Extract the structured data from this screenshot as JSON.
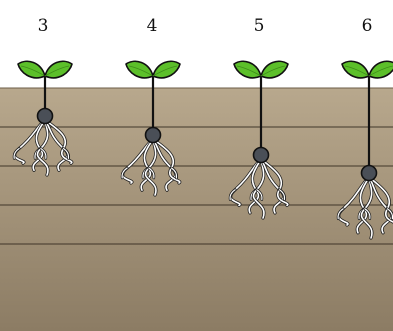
{
  "labels": [
    "3",
    "4",
    "5",
    "6"
  ],
  "colors": {
    "sky": "#ffffff",
    "soil_top": "#b8a88d",
    "soil_bottom": "#8c7c64",
    "layer_line": "#3a3124",
    "leaf": "#5cbf2a",
    "leaf_outline": "#111111",
    "stem": "#111111",
    "seed": "#4a4f57",
    "root": "#ffffff",
    "root_outline": "#222222"
  }
}
